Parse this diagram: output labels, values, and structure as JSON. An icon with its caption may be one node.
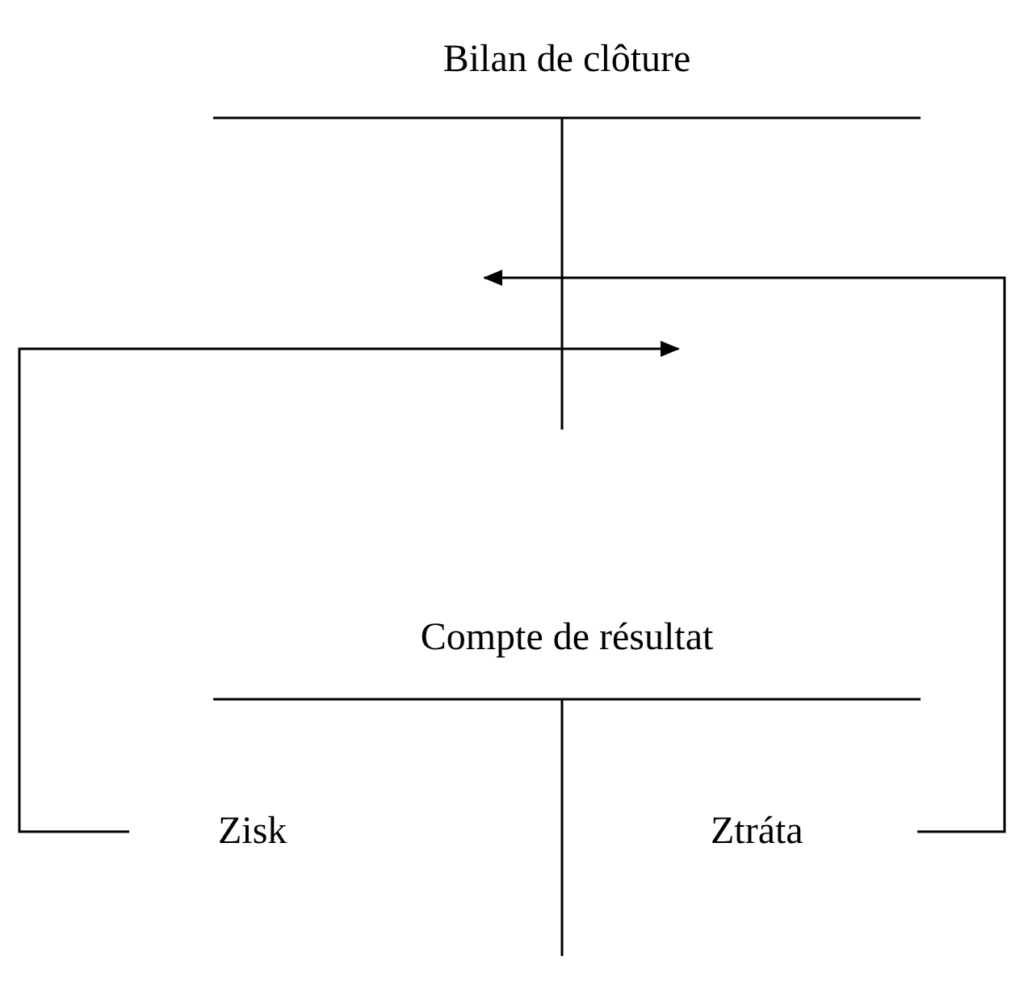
{
  "diagram": {
    "nodes": [
      {
        "text": [
          "Bilan de clôture"
        ]
      },
      {
        "text": [
          "Compte de résultat"
        ]
      },
      {
        "text": [
          "Zisk"
        ],
        "in": 1
      },
      {
        "text": [
          "Ztráta"
        ],
        "in": 1
      }
    ],
    "edges": [
      {
        "from": 2,
        "to": 0,
        "arrow": "to"
      },
      {
        "from": 3,
        "to": 0,
        "arrow": "to"
      }
    ]
  }
}
